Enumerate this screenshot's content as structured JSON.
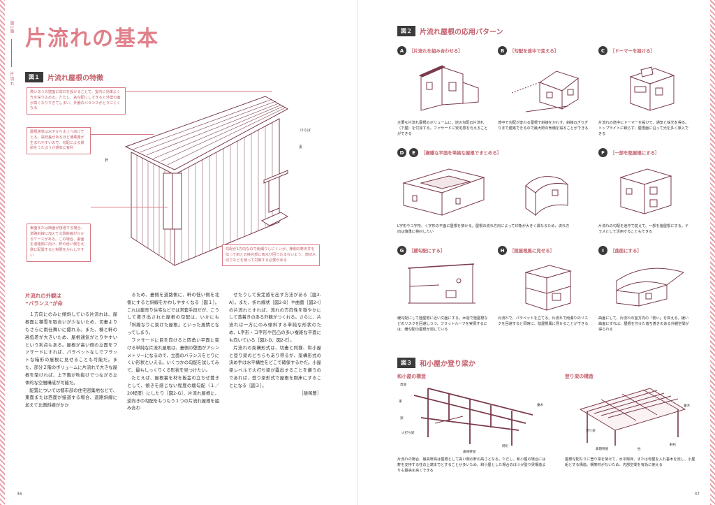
{
  "left": {
    "runner": {
      "chapter": "第1章",
      "topic": "片流れ"
    },
    "title": "片流れの基本",
    "fig1": {
      "badge": "図１",
      "heading": "片流れ屋根の特徴",
      "notes": [
        "高いほうの壁面に窓口を設けることで、室内に効率よく光を採り込める。ただし、各勾配にしすぎると外壁の面が高くなりすぎてしまい、外観のバランスがとりにくくなる",
        "屋根通気は水下から水上へ向けてとる。高低差があるほど通風量が生まれやすいので、勾配による傾斜をうたほうが通気に有利",
        "東面または西面が接道する場合、道路斜線に加えて北側斜線がかかるケースがある。この場合、妻面を道路側に向け、軒の低い側を北側に配置すると制限をかわしやすい",
        "勾配が1方向なので雨漏りしにくいが、棟側の軒天井を伝って雨との接合部に雨水が回り込まないよう、適切水切りなどを使って対策する必要がある"
      ],
      "tags": {
        "ridge": "けらば",
        "eaves": "軒",
        "gable": "妻"
      }
    },
    "col1": {
      "heading_line1": "片流れの外観は",
      "heading_line2": "“バランス”が命",
      "paragraphs": [
        "１方向にのみに傾斜している片流れは、屋根面に積雪を取合いが少ないため、切妻よりもさらに雨仕舞いに優れる。また、棟と軒の高低差が大きいため、屋根通気がとりやすいという利点もある。屋根が高い側の立面をファサードにすれば、パラペットなしでフラットな箱形の屋根に見せることも可能だ。また、部分２階のボリュームに片流れで大きな屋根を架ければ、上下階が吹抜けでつながる立体的な空間構成が可能だ。",
        "配置については都市部の住宅密集地などで、東面または西面が接道する場合、道路斜線に加えて北側斜線がかか"
      ]
    },
    "col2": {
      "paragraphs": [
        "るため、妻側を道路側に、軒の低い側を北側にすると斜線をかわしやすくなる［図１］。これは建売り住宅などでは常套手段だが、こうして導き出された屋根の勾配は、いかにも「斜線なりに架けた屋根」といった風情となってしまう。",
        "ファサードに目を向けると四角い平面に架ける単純な片流れ屋根は、妻側の壁面がアシンメトリーになるので、立面のバランスをとりにくい形状といえる。いくつかの勾配を試してみて、最もしっくりくる形状を見つけたい。",
        "たとえば、屋根裏を材を板金の立ちぜ葺きとして、傾きを感じない程度の緩勾配（１／20程度）にしたり［図2-G］、片流れ屋根に、逆向きの勾配をもつもう１つの片流れ屋根を組み合わ"
      ]
    },
    "col3": {
      "paragraphs": [
        "せたりして安定感を出す方法がある［図2-A］。また、折れ線状［図2-B］や曲面［図2-I］の片流れとすれば、流れの方向性を穏やかにして落着きのある外観がつくれる。さらに、片流れは一方にのみ傾斜する単純な形状のため、L字形・コ字形や凹凸の多い複雑な平面にも向いている［図2-D、図2-E］。",
        "片流れの架構形式は、切妻と同様、和小屋と登り梁のどちらもあり得るが、架構形式の決め手は水平構性をどこで確保するかだ。小屋梁レベルで火打ち梁が露出することを嫌うのであれば、登り梁形式で屋根を剛床にすることになる［図３］。"
      ],
      "credit": "［飯塚豊］"
    },
    "page_number": "36"
  },
  "right": {
    "fig2": {
      "badge": "図２",
      "heading": "片流れ屋根の応用パターン",
      "items": [
        {
          "letter": "A",
          "title": "［片流れを組み合わせる］",
          "caption": "主要な片流れ屋根のボリュームに、逆の勾配の片流れ（下屋）を付加する。ファサードに安定感を与えることができる"
        },
        {
          "letter": "B",
          "title": "［勾配を途中で変える］",
          "caption": "途中で勾配が変わる屋根で斜線をかわす。斜線のぎりぎりまで建築できるので最大限の気積を得ることができる"
        },
        {
          "letter": "C",
          "title": "［ドーマーを設ける］",
          "caption": "片流れの途中にドーマーを設けて、通気と採光を得る。トップライトに頼らず、屋根面に沿って光を多く導入できる"
        },
        {
          "letter": "D",
          "letter2": "E",
          "title": "［複雑な平面を単純な屋根でまとめる］",
          "caption": "L字形やコ字形、く字形の平面に屋根を架ける。屋根の流れ方向によって印象が大きく異なるため、流れ方向は慎重に検討したい"
        },
        {
          "letter": "F",
          "title": "［一部を陸屋根にする］",
          "caption": "片流れの勾配を途中で変えて、一部を陸屋根にする。テラスとして活用することもできる"
        },
        {
          "letter": "G",
          "title": "［緩勾配にする］",
          "caption": "緩勾配にして陸屋根に近い文面にする。木造で陸屋根などのリスクを回避しつつ、フラットルーフを実現するには、緩勾配の屋根が適している"
        },
        {
          "letter": "H",
          "title": "［陸屋根風に見せる］",
          "caption": "片流れで、パラペットを立てる。片流れで雨漏りのリスクを回避すると同時に、陸屋根風に見せることができる"
        },
        {
          "letter": "I",
          "title": "［曲面にする］",
          "caption": "曲面にして、片流れの室方向の「勢い」を抑える。緩い曲面にすれば、屋根を付けた落ち着きのある外観空間が得られる"
        }
      ]
    },
    "fig3": {
      "badge": "図３",
      "heading": "和小屋か登り梁か",
      "left_title": "和小屋の構造",
      "right_title": "登り梁の構造",
      "left_labels": {
        "purlin": "母屋",
        "strut": "束",
        "beam": "梁",
        "ridge": "垂木",
        "brace": "火打ち梁",
        "girder": "軒桁",
        "floor": "鼻隠幹屋"
      },
      "right_labels": {
        "rafter": "垂木",
        "slope": "登り梁",
        "girder": "軒桁",
        "post": "柱",
        "floor": "鼻隠幹屋"
      },
      "left_caption": "片流れの場合、最高軒高は屋根として高い側の軒の高さとなる。ただし、和小屋の場合には軒を支持する柱の上端までとすることが多いため、和小屋とした場合のほうが登り梁構造よりも最高を高くできる",
      "right_caption": "屋根勾配なりに登り梁を架けて、水平剛床、または母屋を入れ垂木を流し、小屋組とする構造。構架材がないため、内部空間を有効に使える"
    },
    "page_number": "37"
  },
  "colors": {
    "accent": "#e07f8a",
    "accent_dark": "#c4606c",
    "line": "#7a3a4a"
  }
}
